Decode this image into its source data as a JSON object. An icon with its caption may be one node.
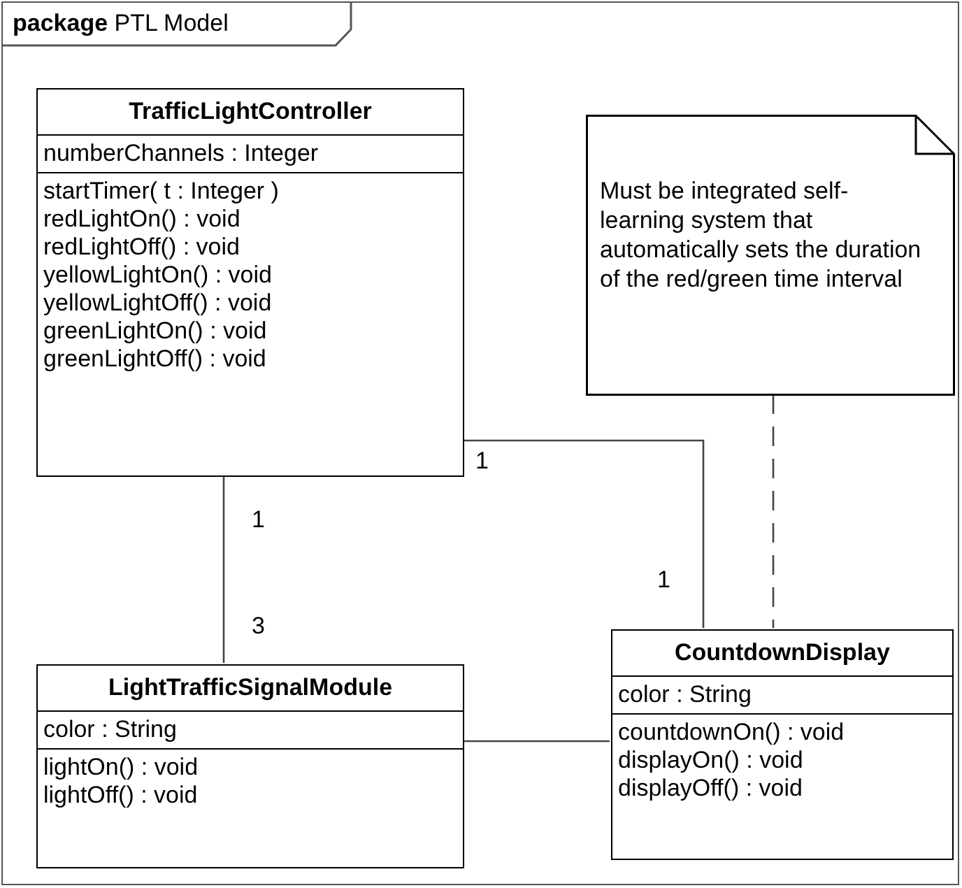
{
  "diagram": {
    "nodes": [
      {
        "text": [
          "**package** PTL Model"
        ]
      },
      {
        "text": [
          "TrafficLightController",
          "numberChannels : Integer",
          "startTimer( t : Integer )",
          "redLightOn() : void",
          "redLightOff() : void",
          "yellowLightOn() : void",
          "yellowLightOff() : void",
          "greenLightOn() : void",
          "greenLightOff() : void"
        ],
        "in": 0
      },
      {
        "text": [
          "Must be integrated self-learning system that automatically sets the duration of the red/green time interval"
        ],
        "in": 0
      },
      {
        "text": [
          "LightTrafficSignalModule",
          "color : String",
          "lightOn() : void",
          "lightOff() : void"
        ],
        "in": 0
      },
      {
        "text": [
          "CountdownDisplay",
          "color : String",
          "countdownOn() : void",
          "displayOn() : void",
          "displayOff() : void"
        ],
        "in": 0
      }
    ],
    "edges": [
      {
        "from": 1,
        "to": 3,
        "arrow": "none"
      },
      {
        "from": 1,
        "to": 4,
        "arrow": "none"
      },
      {
        "from": 3,
        "to": 4,
        "arrow": "none"
      },
      {
        "from": 2,
        "to": 4,
        "arrow": "none",
        "style": "dashed"
      }
    ],
    "labels": [
      "1",
      "1",
      "1",
      "3"
    ]
  }
}
